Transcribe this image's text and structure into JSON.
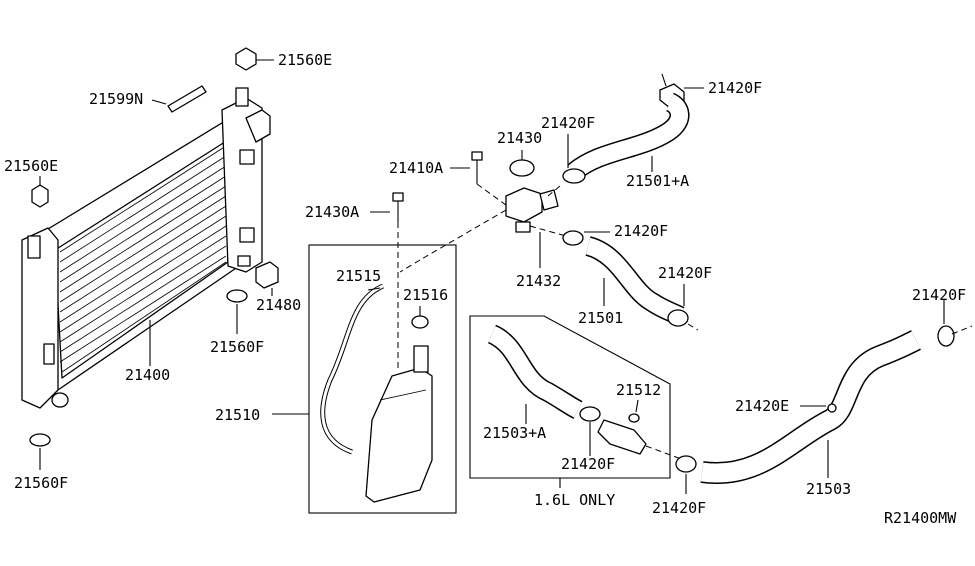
{
  "diagram": {
    "drawing_code": "R21400MW",
    "note_box_label": "1.6L ONLY",
    "parts": {
      "p21560E_top": "21560E",
      "p21599N": "21599N",
      "p21560E_left": "21560E",
      "p21560F_mid": "21560F",
      "p21480": "21480",
      "p21400": "21400",
      "p21560F_bottom": "21560F",
      "p21510": "21510",
      "p21515": "21515",
      "p21516": "21516",
      "p21430A": "21430A",
      "p21410A": "21410A",
      "p21430": "21430",
      "p21432": "21432",
      "p21420F_cap": "21420F",
      "p21420F_upper": "21420F",
      "p21501A": "21501+A",
      "p21420F_mid": "21420F",
      "p21501": "21501",
      "p21420F_hoseend": "21420F",
      "p21503A": "21503+A",
      "p21512": "21512",
      "p21420F_box": "21420F",
      "p21420F_lower": "21420F",
      "p21420E": "21420E",
      "p21503": "21503",
      "p21420F_right": "21420F"
    }
  }
}
